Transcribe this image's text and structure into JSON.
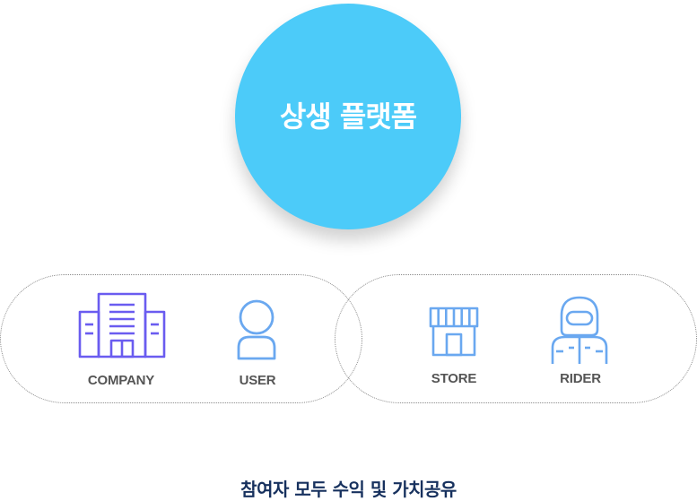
{
  "hub": {
    "title": "상생 플랫폼",
    "color": "#4ccbf9"
  },
  "groups": [
    {
      "members": [
        {
          "label": "COMPANY",
          "icon": "building-icon",
          "color": "#6a5cf0"
        },
        {
          "label": "USER",
          "icon": "user-icon",
          "color": "#6aa8f0"
        }
      ]
    },
    {
      "members": [
        {
          "label": "STORE",
          "icon": "store-icon",
          "color": "#6aa8f0"
        },
        {
          "label": "RIDER",
          "icon": "rider-icon",
          "color": "#6aa8f0"
        }
      ]
    }
  ],
  "caption": "참여자 모두 수익 및 가치공유"
}
